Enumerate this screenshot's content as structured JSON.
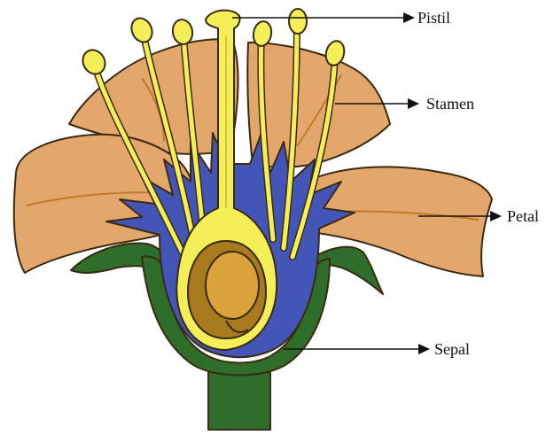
{
  "diagram": {
    "labels": {
      "pistil": "Pistil",
      "stamen": "Stamen",
      "petal": "Petal",
      "sepal": "Sepal"
    },
    "colors": {
      "petal": "#e3a76b",
      "petal_vein": "#c07a2c",
      "stamen_yellow": "#f4ee58",
      "receptacle_blue": "#4356b8",
      "sepal_green": "#2f6d2a",
      "ovary_inner": "#a87a1e",
      "outline": "#3a2a12"
    }
  }
}
